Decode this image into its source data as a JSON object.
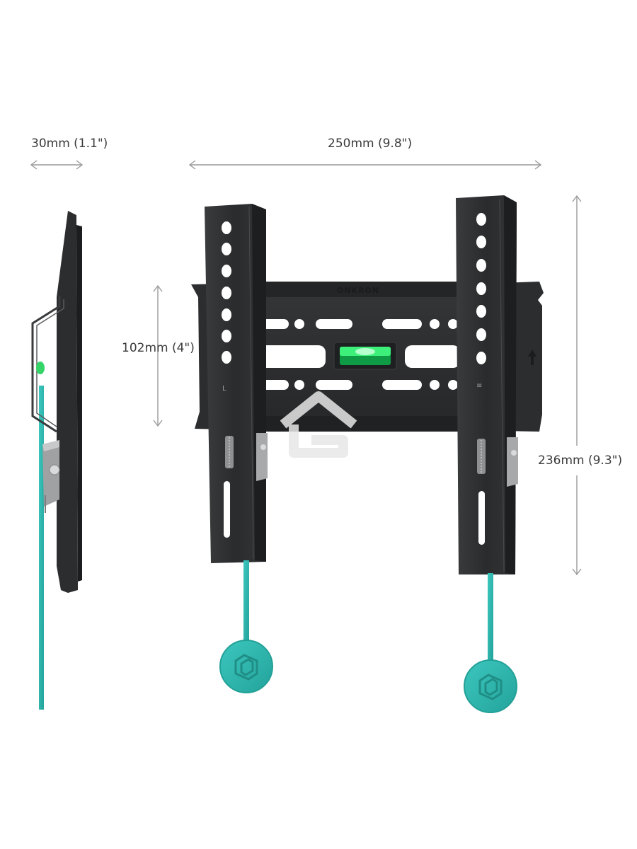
{
  "dimensions": {
    "depth": "30mm (1.1\")",
    "width": "250mm (9.8\")",
    "height": "236mm (9.3\")",
    "center": "102mm (4\")"
  },
  "brand": {
    "name": "ONKRON"
  },
  "colors": {
    "metal": "#2e2f31",
    "metal_edge": "#1f2022",
    "teal": "#2db5ad",
    "level_green": "#2ee66b",
    "arrow": "#9a9a9a",
    "text": "#3a3a3a"
  },
  "icons": [
    "double-arrow-icon",
    "level-bubble-icon",
    "home-watermark-icon",
    "onkron-logo-icon"
  ]
}
